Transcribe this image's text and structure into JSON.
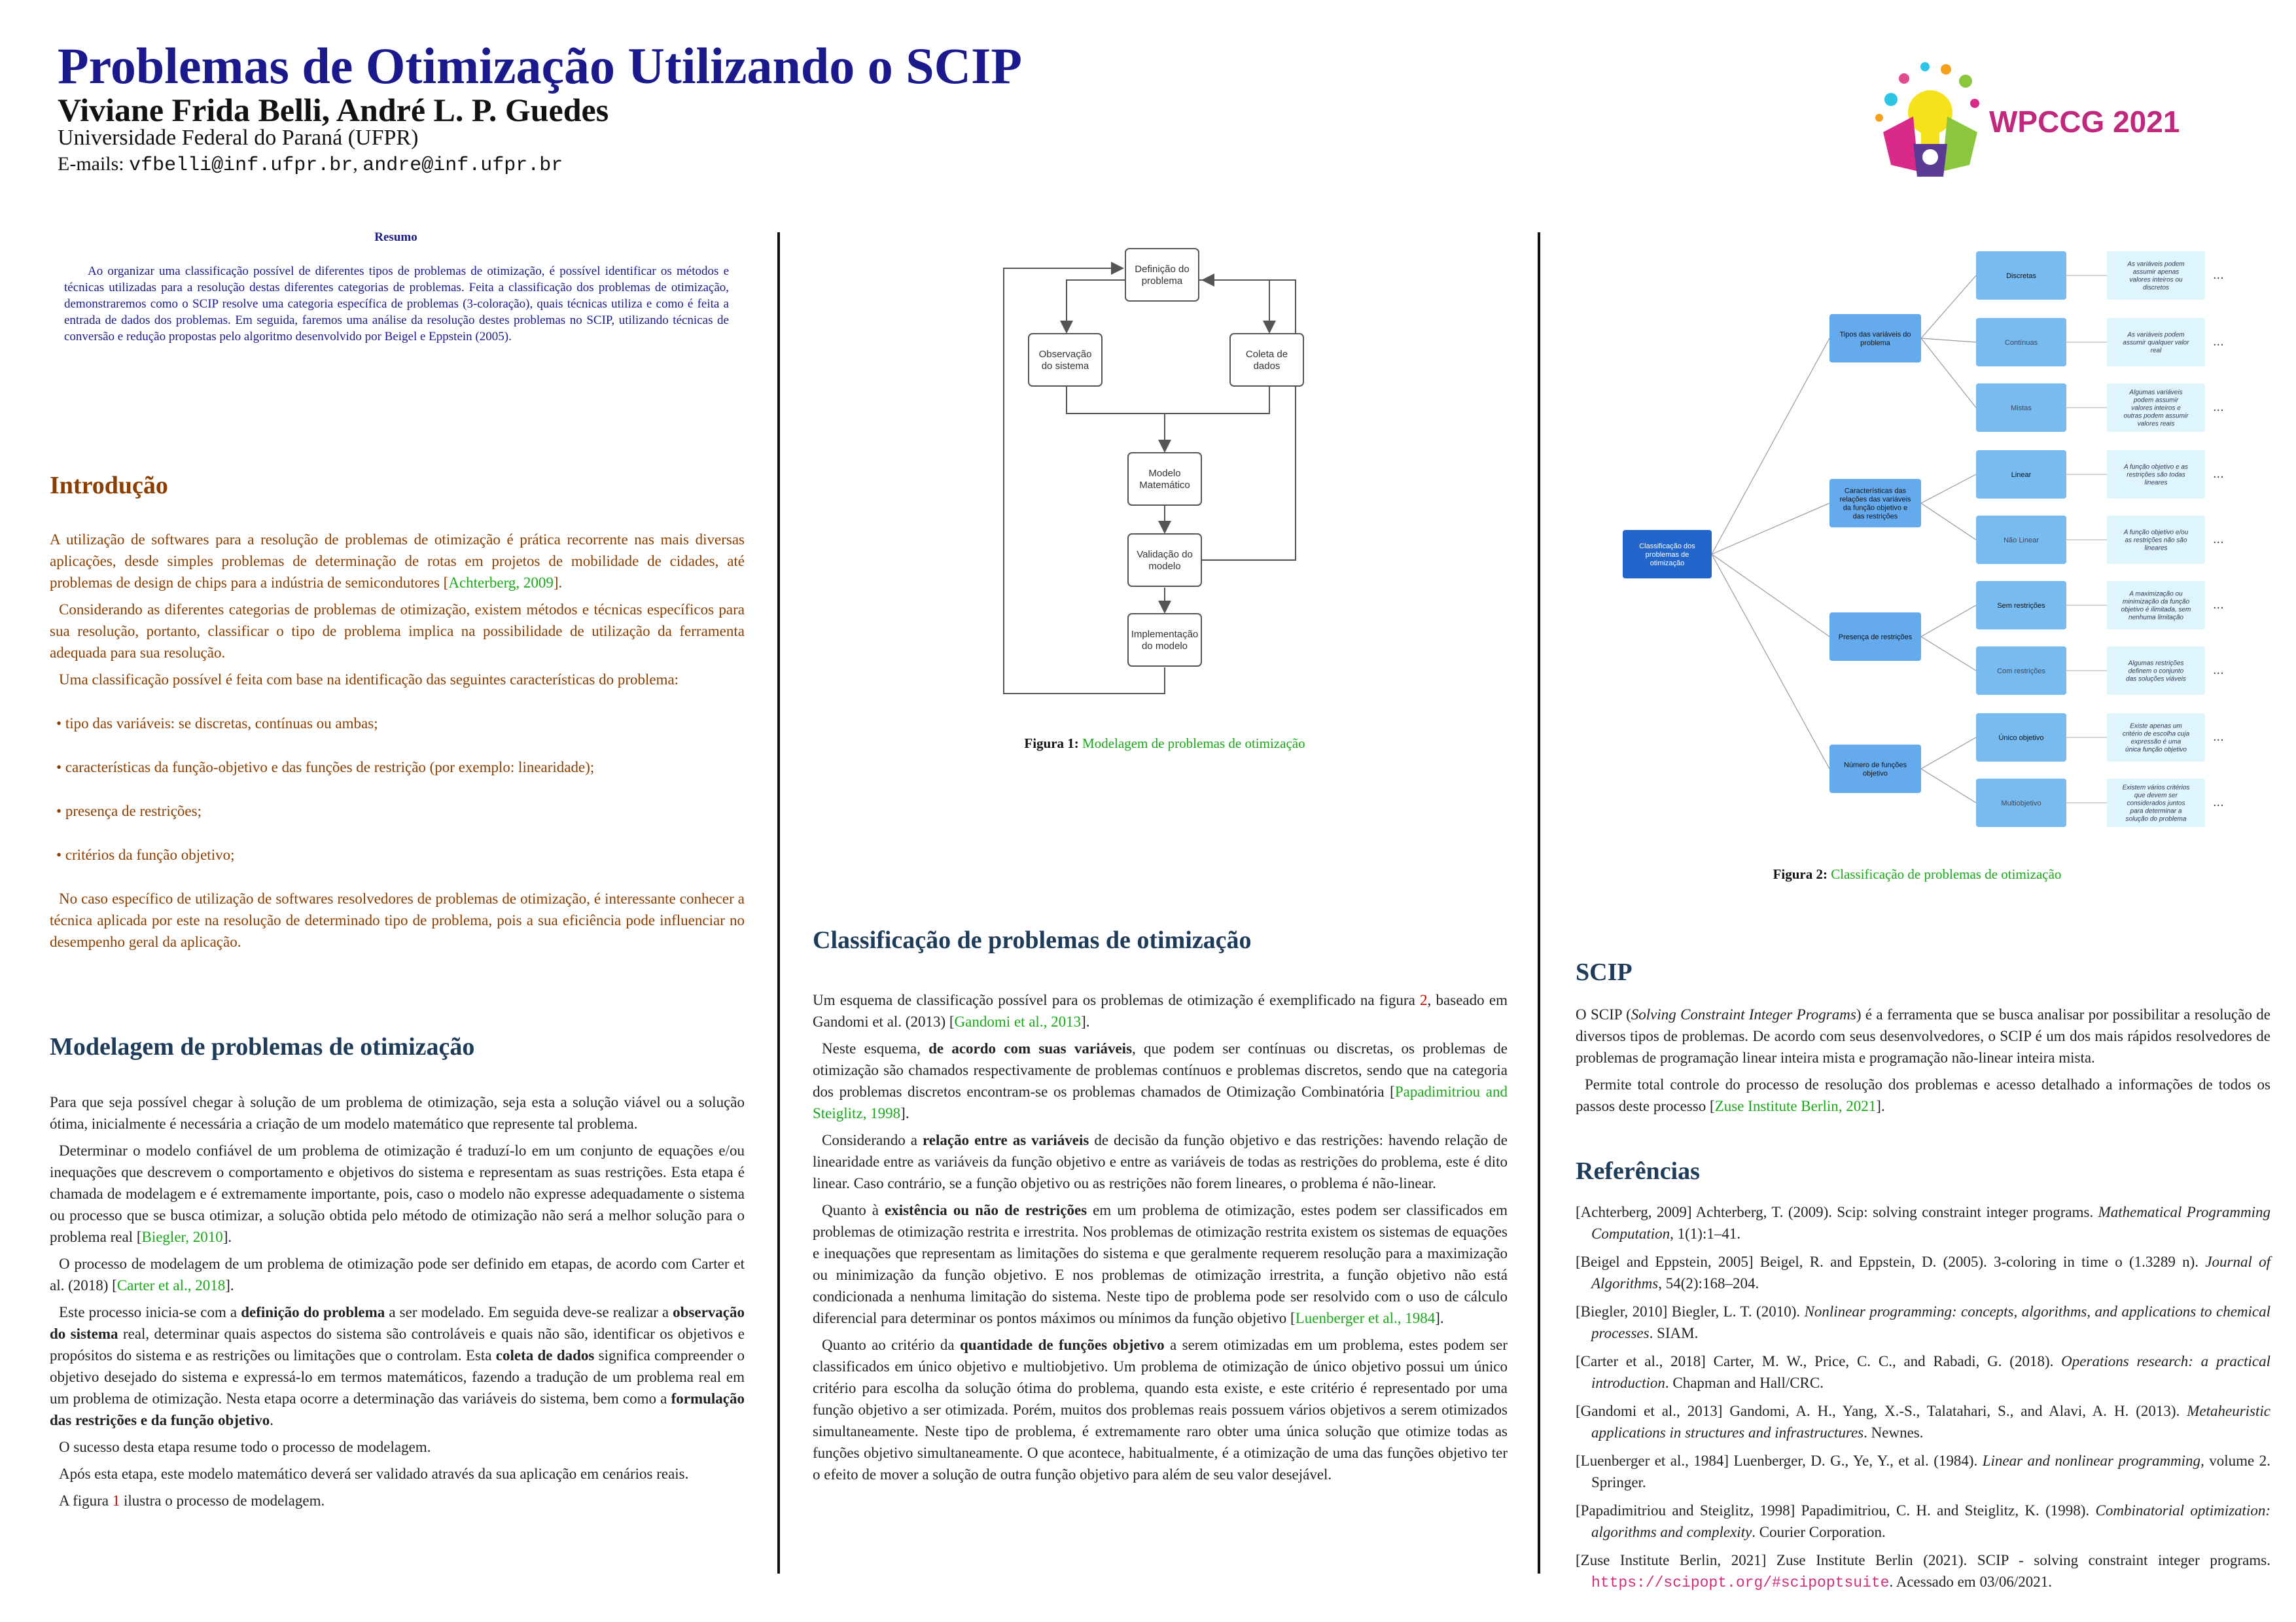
{
  "header": {
    "title": "Problemas de Otimização Utilizando o SCIP",
    "authors": "Viviane Frida Belli, André L. P. Guedes",
    "affiliation": "Universidade Federal do Paraná (UFPR)",
    "emails_label": "E-mails: ",
    "email1": "vfbelli@inf.ufpr.br",
    "email_sep": ", ",
    "email2": "andre@inf.ufpr.br",
    "logo_text": "WPCCG 2021"
  },
  "abstract": {
    "title": "Resumo",
    "text": "Ao organizar uma classificação possível de diferentes tipos de problemas de otimização, é possível identificar os métodos e técnicas utilizadas para a resolução destas diferentes categorias de problemas. Feita a classificação dos problemas de otimização, demonstraremos como o SCIP resolve uma categoria específica de problemas (3-coloração), quais técnicas utiliza e como é feita a entrada de dados dos problemas. Em seguida, faremos uma análise da resolução destes problemas no SCIP, utilizando técnicas de conversão e redução propostas pelo algoritmo desenvolvido por Beigel e Eppstein (2005)."
  },
  "intro": {
    "heading": "Introdução",
    "p1": "A utilização de softwares para a resolução de problemas de otimização é prática recorrente nas mais diversas aplicações, desde simples problemas de determinação de rotas em projetos de mobilidade de cidades, até problemas de design de chips para a indústria de semicondutores [",
    "p1_cite": "Achterberg, 2009",
    "p1_end": "].",
    "p2": "Considerando as diferentes categorias de problemas de otimização, existem métodos e técnicas específicos para sua resolução, portanto, classificar o tipo de problema implica na possibilidade de utilização da ferramenta adequada para sua resolução.",
    "p3": "Uma classificação possível é feita com base na identificação das seguintes características do problema:",
    "bullets": [
      "tipo das variáveis: se discretas, contínuas ou ambas;",
      "características da função-objetivo e das funções de restrição (por exemplo: linearidade);",
      "presença de restrições;",
      "critérios da função objetivo;"
    ],
    "p4": "No caso específico de utilização de softwares resolvedores de problemas de otimização, é interessante conhecer a técnica aplicada por este na resolução de determinado tipo de problema, pois a sua eficiência pode influenciar no desempenho geral da aplicação."
  },
  "model": {
    "heading": "Modelagem de problemas de otimização",
    "p1": "Para que seja possível chegar à solução de um problema de otimização, seja esta a solução viável ou a solução ótima, inicialmente é necessária a criação de um modelo matemático que represente tal problema.",
    "p2": "Determinar o modelo confiável de um problema de otimização é traduzí-lo em um conjunto de equações e/ou inequações que descrevem o comportamento e objetivos do sistema e representam as suas restrições. Esta etapa é chamada de modelagem e é extremamente importante, pois, caso o modelo não expresse adequadamente o sistema ou processo que se busca otimizar, a solução obtida pelo método de otimização não será a melhor solução para o problema real [",
    "p2_cite": "Biegler, 2010",
    "p2_end": "].",
    "p3": "O processo de modelagem de um problema de otimização pode ser definido em etapas, de acordo com Carter et al. (2018) [",
    "p3_cite": "Carter et al., 2018",
    "p3_end": "].",
    "p4a": "Este processo inicia-se com a ",
    "p4b": "definição do problema",
    "p4c": " a ser modelado. Em seguida deve-se realizar a ",
    "p4d": "observação do sistema",
    "p4e": " real, determinar quais aspectos do sistema são controláveis e quais não são, identificar os objetivos e propósitos do sistema e as restrições ou limitações que o controlam. Esta ",
    "p4f": "coleta de dados",
    "p4g": " significa compreender o objetivo desejado do sistema e expressá-lo em termos matemáticos, fazendo a tradução de um problema real em um problema de otimização. Nesta etapa ocorre a determinação das variáveis do sistema, bem como a ",
    "p4h": "formulação das restrições e da função objetivo",
    "p4i": ".",
    "p5": "O sucesso desta etapa resume todo o processo de modelagem.",
    "p6": "Após esta etapa, este modelo matemático deverá ser validado através da sua aplicação em cenários reais.",
    "p7a": "A figura ",
    "p7b": "1",
    "p7c": " ilustra o processo de modelagem."
  },
  "fig1": {
    "nodes": {
      "def1": "Definição do",
      "def2": "problema",
      "obs1": "Observação",
      "obs2": "do sistema",
      "col1": "Coleta de",
      "col2": "dados",
      "mod1": "Modelo",
      "mod2": "Matemático",
      "val1": "Validação do",
      "val2": "modelo",
      "imp1": "Implementação",
      "imp2": "do modelo"
    },
    "caption_label": "Figura 1:",
    "caption": "Modelagem de problemas de otimização"
  },
  "classif": {
    "heading": "Classificação de problemas de otimização",
    "p1a": "Um esquema de classificação possível para os problemas de otimização é exemplificado na figura ",
    "p1b": "2",
    "p1c": ", baseado em Gandomi et al. (2013) [",
    "p1_cite": "Gandomi et al., 2013",
    "p1_end": "].",
    "p2a": "Neste esquema, ",
    "p2b": "de acordo com suas variáveis",
    "p2c": ", que podem ser contínuas ou discretas, os problemas de otimização são chamados respectivamente de problemas contínuos e problemas discretos, sendo que na categoria dos problemas discretos encontram-se os problemas chamados de Otimização Combinatória [",
    "p2_cite": "Papadimitriou and Steiglitz, 1998",
    "p2_end": "].",
    "p3a": "Considerando a ",
    "p3b": "relação entre as variáveis",
    "p3c": " de decisão da função objetivo e das restrições: havendo relação de linearidade entre as variáveis da função objetivo e entre as variáveis de todas as restrições do problema, este é dito linear. Caso contrário, se a função objetivo ou as restrições não forem lineares, o problema é não-linear.",
    "p4a": "Quanto à ",
    "p4b": "existência ou não de restrições",
    "p4c": " em um problema de otimização, estes podem ser classificados em problemas de otimização restrita e irrestrita. Nos problemas de otimização restrita existem os sistemas de equações e inequações que representam as limitações do sistema e que geralmente requerem resolução para a maximização ou minimização da função objetivo. E nos problemas de otimização irrestrita, a função objetivo não está condicionada a nenhuma limitação do sistema. Neste tipo de problema pode ser resolvido com o uso de cálculo diferencial para determinar os pontos máximos ou mínimos da função objetivo [",
    "p4_cite": "Luenberger et al., 1984",
    "p4_end": "].",
    "p5a": "Quanto ao critério da ",
    "p5b": "quantidade de funções objetivo",
    "p5c": " a serem otimizadas em um problema, estes podem ser classificados em único objetivo e multiobjetivo. Um problema de otimização de único objetivo possui um único critério para escolha da solução ótima do problema, quando esta existe, e este critério é representado por uma função objetivo a ser otimizada. Porém, muitos dos problemas reais possuem vários objetivos a serem otimizados simultaneamente. Neste tipo de problema, é extremamente raro obter uma única solução que otimize todas as funções objetivo simultaneamente. O que acontece, habitualmente, é a otimização de uma das funções objetivo ter o efeito de mover a solução de outra função objetivo para além de seu valor desejável."
  },
  "fig2": {
    "root": [
      "Classificação dos",
      "problemas de",
      "otimização"
    ],
    "mid": [
      [
        "Tipos das variáveis do",
        "problema"
      ],
      [
        "Características das",
        "relações das variáveis",
        "da função objetivo e",
        "das restrições"
      ],
      [
        "Presença de restrições"
      ],
      [
        "Número de funções",
        "objetivo"
      ]
    ],
    "leaves": [
      "Discretas",
      "Contínuas",
      "Mistas",
      "Linear",
      "Não Linear",
      "Sem restrições",
      "Com restrições",
      "Único objetivo",
      "Multiobjetivo"
    ],
    "notes": [
      [
        "As variáveis podem",
        "assumir apenas",
        "valores inteiros ou",
        "discretos"
      ],
      [
        "As variáveis podem",
        "assumir qualquer valor",
        "real"
      ],
      [
        "Algumas variáveis",
        "podem assumir",
        "valores inteiros e",
        "outras podem assumir",
        "valores reais"
      ],
      [
        "A função objetivo e as",
        "restrições são todas",
        "lineares"
      ],
      [
        "A função objetivo e/ou",
        "as restrições não são",
        "lineares"
      ],
      [
        "A maximização ou",
        "minimização da função",
        "objetivo é ilimitada, sem",
        "nenhuma limitação"
      ],
      [
        "Algumas restrições",
        "definem o conjunto",
        "das soluções viáveis"
      ],
      [
        "Existe apenas um",
        "critério de escolha cuja",
        "expressão é uma",
        "única função objetivo"
      ],
      [
        "Existem vários critérios",
        "que devem ser",
        "considerados juntos",
        "para determinar a",
        "solução do problema"
      ]
    ],
    "ellipsis": "...",
    "caption_label": "Figura 2:",
    "caption": "Classificação de problemas de otimização"
  },
  "scip": {
    "heading": "SCIP",
    "p1a": "O SCIP (",
    "p1b": "Solving Constraint Integer Programs",
    "p1c": ") é a ferramenta que se busca analisar por possibilitar a resolução de diversos tipos de problemas. De acordo com seus desenvolvedores, o SCIP é um dos mais rápidos resolvedores de problemas de programação linear inteira mista e programação não-linear inteira mista.",
    "p2": "Permite total controle do processo de resolução dos problemas e acesso detalhado a informações de todos os passos deste processo [",
    "p2_cite": "Zuse Institute Berlin, 2021",
    "p2_end": "]."
  },
  "refs": {
    "heading": "Referências",
    "r1a": "[Achterberg, 2009] Achterberg, T. (2009). Scip: solving constraint integer programs. ",
    "r1b": "Mathematical Programming Computation",
    "r1c": ", 1(1):1–41.",
    "r2a": "[Beigel and Eppstein, 2005] Beigel, R. and Eppstein, D. (2005). 3-coloring in time o (1.3289 n). ",
    "r2b": "Journal of Algorithms",
    "r2c": ", 54(2):168–204.",
    "r3a": "[Biegler, 2010] Biegler, L. T. (2010). ",
    "r3b": "Nonlinear programming: concepts, algorithms, and applications to chemical processes",
    "r3c": ". SIAM.",
    "r4a": "[Carter et al., 2018] Carter, M. W., Price, C. C., and Rabadi, G. (2018). ",
    "r4b": "Operations research: a practical introduction",
    "r4c": ". Chapman and Hall/CRC.",
    "r5a": "[Gandomi et al., 2013] Gandomi, A. H., Yang, X.-S., Talatahari, S., and Alavi, A. H. (2013). ",
    "r5b": "Metaheuristic applications in structures and infrastructures",
    "r5c": ". Newnes.",
    "r6a": "[Luenberger et al., 1984] Luenberger, D. G., Ye, Y., et al. (1984). ",
    "r6b": "Linear and nonlinear programming",
    "r6c": ", volume 2. Springer.",
    "r7a": "[Papadimitriou and Steiglitz, 1998] Papadimitriou, C. H. and Steiglitz, K. (1998). ",
    "r7b": "Combinatorial optimization: algorithms and complexity",
    "r7c": ". Courier Corporation.",
    "r8a": "[Zuse Institute Berlin, 2021] Zuse Institute Berlin (2021). SCIP - solving constraint integer programs. ",
    "r8b": "https://scipopt.org/#scipoptsuite",
    "r8c": ". Acessado em 03/06/2021."
  },
  "colors": {
    "title": "#1a1a8c",
    "intro": "#8b3e00",
    "citation": "#18a818",
    "ref_num": "#cc0000",
    "root_box": "#2266cc",
    "mid_box": "#66aaee",
    "leaf_box": "#77bbf0",
    "note_box": "#ddf5fb"
  }
}
